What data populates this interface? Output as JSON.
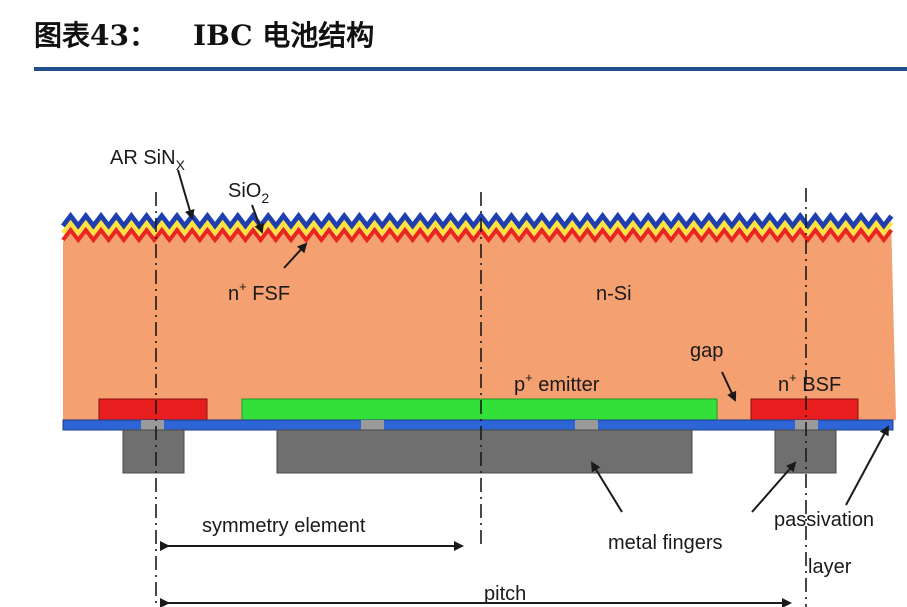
{
  "header": {
    "figure_number": "图表43：",
    "title": "IBC 电池结构"
  },
  "colors": {
    "header_rule": "#1e4f8a",
    "n_si_body": "#f4a070",
    "ar_sinx": "#1f3fb0",
    "sio2": "#ffe23c",
    "n_fsf": "#e8261e",
    "p_emitter": "#33e03a",
    "n_bsf": "#e81e1e",
    "passivation": "#2d64d6",
    "metal": "#6f6f6f"
  },
  "diagram": {
    "labels": {
      "ar_sinx": {
        "main": "AR SiN",
        "sub": "X"
      },
      "sio2": {
        "main": "SiO",
        "sub": "2"
      },
      "fsf": {
        "main": "n",
        "sup": "+",
        "rest": " FSF"
      },
      "n_si": "n-Si",
      "gap": "gap",
      "p_emitter": {
        "main": "p",
        "sup": "+",
        "rest": " emitter"
      },
      "n_bsf": {
        "main": "n",
        "sup": "+",
        "rest": " BSF"
      },
      "symmetry": "symmetry element",
      "metal": "metal fingers",
      "passivation_line1": "passivation",
      "passivation_line2": "layer",
      "pitch": "pitch"
    }
  }
}
